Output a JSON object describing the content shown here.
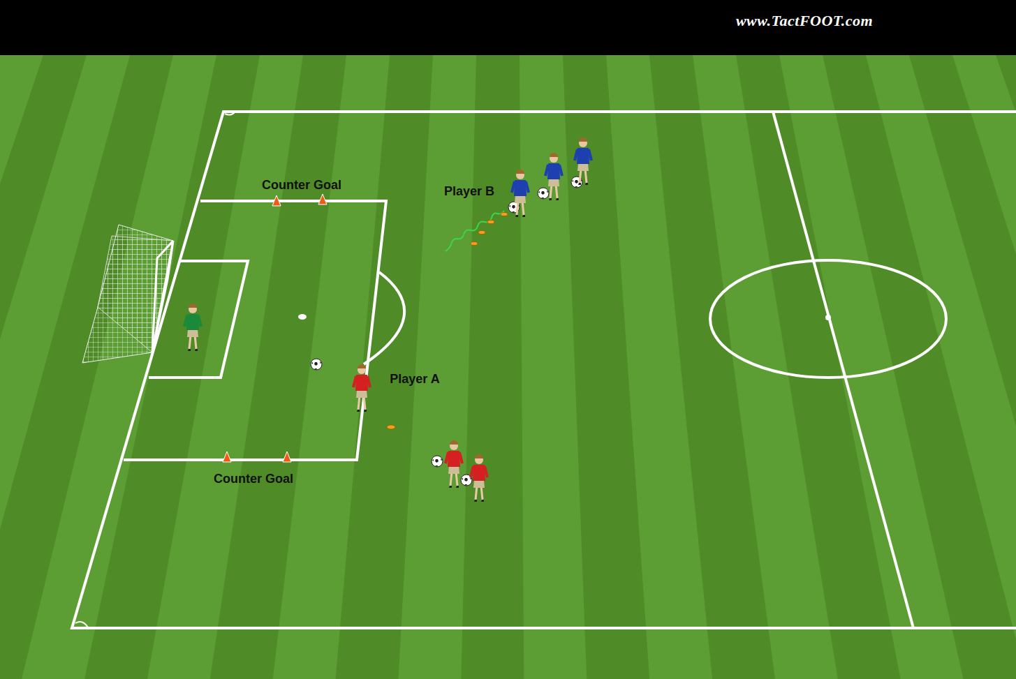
{
  "diagram": {
    "labels": [
      "www.TactFOOT.com",
      "Counter Goal",
      "Player B",
      "Player A",
      "Counter Goal"
    ]
  }
}
